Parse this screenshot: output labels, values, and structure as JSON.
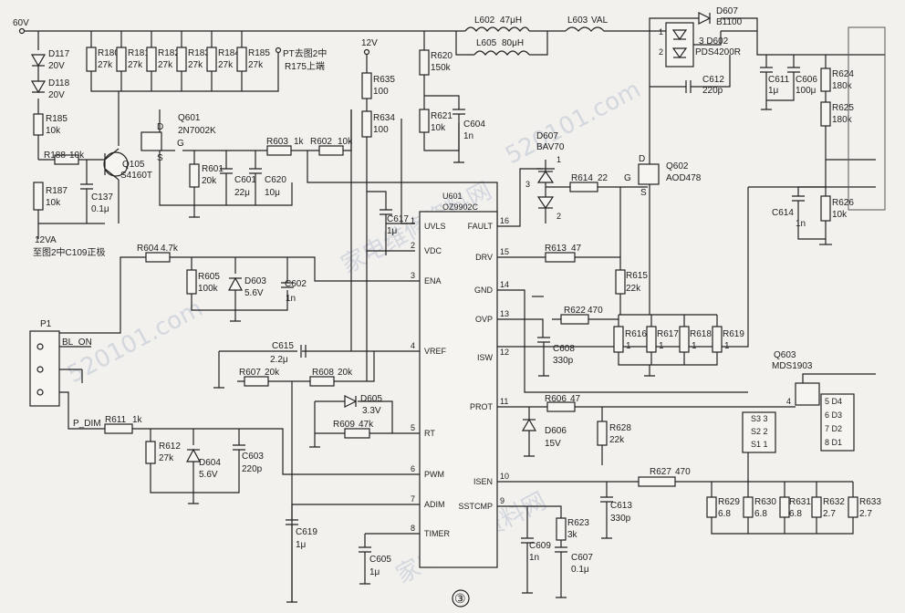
{
  "palette": {
    "paper": "#f3f1ed",
    "ink": "#222222",
    "watermark": "#9aa8c4"
  },
  "rails": {
    "v60": "60V",
    "v12": "12V",
    "v12a": "12VA",
    "v12a_note": "至图2中C109正极",
    "pt_note": "PT去图2中",
    "pt_note2": "R175上端"
  },
  "ic": {
    "ref": "U601",
    "part": "OZ9902C",
    "left_pins": [
      {
        "num": "1",
        "name": "UVLS"
      },
      {
        "num": "2",
        "name": "VDC"
      },
      {
        "num": "3",
        "name": "ENA"
      },
      {
        "num": "4",
        "name": "VREF"
      },
      {
        "num": "5",
        "name": "RT"
      },
      {
        "num": "6",
        "name": "PWM"
      },
      {
        "num": "7",
        "name": "ADIM"
      },
      {
        "num": "8",
        "name": "TIMER"
      }
    ],
    "right_pins": [
      {
        "num": "16",
        "name": "FAULT"
      },
      {
        "num": "15",
        "name": "DRV"
      },
      {
        "num": "14",
        "name": "GND"
      },
      {
        "num": "13",
        "name": "OVP"
      },
      {
        "num": "12",
        "name": "ISW"
      },
      {
        "num": "11",
        "name": "PROT"
      },
      {
        "num": "10",
        "name": "ISEN"
      },
      {
        "num": "9",
        "name": "SSTCMP"
      }
    ]
  },
  "resistors": {
    "R180": {
      "ref": "R180",
      "val": "27k"
    },
    "R181": {
      "ref": "R181",
      "val": "27k"
    },
    "R182": {
      "ref": "R182",
      "val": "27k"
    },
    "R183": {
      "ref": "R183",
      "val": "27k"
    },
    "R184": {
      "ref": "R184",
      "val": "27k"
    },
    "R185a": {
      "ref": "R185",
      "val": "27k"
    },
    "R185": {
      "ref": "R185",
      "val": "10k"
    },
    "R186": {
      "ref": "R188",
      "val": "10k"
    },
    "R187": {
      "ref": "R187",
      "val": "10k"
    },
    "R601": {
      "ref": "R601",
      "val": "20k"
    },
    "R602": {
      "ref": "R602",
      "val": "10k"
    },
    "R603": {
      "ref": "R603",
      "val": "1k"
    },
    "R604": {
      "ref": "R604",
      "val": "4.7k"
    },
    "R605": {
      "ref": "R605",
      "val": "100k"
    },
    "R607": {
      "ref": "R607",
      "val": "20k"
    },
    "R608": {
      "ref": "R608",
      "val": "20k"
    },
    "R609": {
      "ref": "R609",
      "val": "47k"
    },
    "R611": {
      "ref": "R611",
      "val": "1k"
    },
    "R612": {
      "ref": "R612",
      "val": "27k"
    },
    "R620": {
      "ref": "R620",
      "val": "150k"
    },
    "R621": {
      "ref": "R621",
      "val": "10k"
    },
    "R623": {
      "ref": "R623",
      "val": "3k"
    },
    "R634": {
      "ref": "R634",
      "val": "100"
    },
    "R635": {
      "ref": "R635",
      "val": "100"
    },
    "R613": {
      "ref": "R613",
      "val": "47"
    },
    "R614": {
      "ref": "R614",
      "val": "22"
    },
    "R615": {
      "ref": "R615",
      "val": "22k"
    },
    "R616": {
      "ref": "R616",
      "val": "1"
    },
    "R617": {
      "ref": "R617",
      "val": "1"
    },
    "R618": {
      "ref": "R618",
      "val": "1"
    },
    "R619": {
      "ref": "R619",
      "val": "1"
    },
    "R622": {
      "ref": "R622",
      "val": "470"
    },
    "R606": {
      "ref": "R606",
      "val": "47"
    },
    "R628": {
      "ref": "R628",
      "val": "22k"
    },
    "R627": {
      "ref": "R627",
      "val": "470"
    },
    "R624": {
      "ref": "R624",
      "val": "180k"
    },
    "R625": {
      "ref": "R625",
      "val": "180k"
    },
    "R626": {
      "ref": "R626",
      "val": "10k"
    },
    "R629": {
      "ref": "R629",
      "val": "6.8"
    },
    "R630": {
      "ref": "R630",
      "val": "6.8"
    },
    "R631": {
      "ref": "R631",
      "val": "6.8"
    },
    "R632": {
      "ref": "R632",
      "val": "2.7"
    },
    "R633": {
      "ref": "R633",
      "val": "2.7"
    }
  },
  "capacitors": {
    "C137": {
      "ref": "C137",
      "val": "0.1μ"
    },
    "C601": {
      "ref": "C601",
      "val": "22μ"
    },
    "C620": {
      "ref": "C620",
      "val": "10μ"
    },
    "C602": {
      "ref": "C602",
      "val": "1n"
    },
    "C603": {
      "ref": "C603",
      "val": "220p"
    },
    "C604": {
      "ref": "C604",
      "val": "1n"
    },
    "C617": {
      "ref": "C617",
      "val": "1μ"
    },
    "C615": {
      "ref": "C615",
      "val": "2.2μ"
    },
    "C619": {
      "ref": "C619",
      "val": "1μ"
    },
    "C605": {
      "ref": "C605",
      "val": "1μ"
    },
    "C608": {
      "ref": "C608",
      "val": "330p"
    },
    "C609": {
      "ref": "C609",
      "val": "1n"
    },
    "C607": {
      "ref": "C607",
      "val": "0.1μ"
    },
    "C613": {
      "ref": "C613",
      "val": "330p"
    },
    "C612": {
      "ref": "C612",
      "val": "220p"
    },
    "C611": {
      "ref": "C611",
      "val": "1μ"
    },
    "C606": {
      "ref": "C606",
      "val": "100μ"
    },
    "C614": {
      "ref": "C614",
      "val": "1n"
    }
  },
  "diodes": {
    "D117": {
      "ref": "D117",
      "val": "20V"
    },
    "D118": {
      "ref": "D118",
      "val": "20V"
    },
    "D603": {
      "ref": "D603",
      "val": "5.6V"
    },
    "D604": {
      "ref": "D604",
      "val": "5.6V"
    },
    "D605": {
      "ref": "D605",
      "val": "3.3V"
    },
    "D606": {
      "ref": "D606",
      "val": "15V"
    },
    "D607a": {
      "ref": "D607",
      "val": "BAV70"
    },
    "D607b": {
      "ref": "D607",
      "val": "B1100"
    },
    "D602": {
      "ref": "3 D602",
      "val": "PDS4200R"
    }
  },
  "inductors": {
    "L602": {
      "ref": "L602",
      "val": "47μH"
    },
    "L605": {
      "ref": "L605",
      "val": "80μH"
    },
    "L603": {
      "ref": "L603",
      "val": "VAL"
    }
  },
  "transistors": {
    "Q601": {
      "ref": "Q601",
      "val": "2N7002K"
    },
    "Q105": {
      "ref": "Q105",
      "val": "S4160T"
    },
    "Q602": {
      "ref": "Q602",
      "val": "AOD478"
    },
    "Q603": {
      "ref": "Q603",
      "val": "MDS1903"
    }
  },
  "connector": {
    "ref": "P1",
    "bl_on": "BL_ON",
    "p_dim": "P_DIM"
  },
  "q603_pins": {
    "s3": "S3 3",
    "s2": "S2 2",
    "s1": "S1 1",
    "d4": "5 D4",
    "d3": "6 D3",
    "d2": "7 D2",
    "d1": "8 D1",
    "g": "4"
  },
  "pin_marks": {
    "d": "D",
    "g": "G",
    "s": "S",
    "one": "1",
    "two": "2",
    "three": "3"
  },
  "page_marker": "③",
  "watermarks": [
    "家电维修资料网",
    "520101.com",
    "家电维修资料网",
    "520101.com"
  ]
}
